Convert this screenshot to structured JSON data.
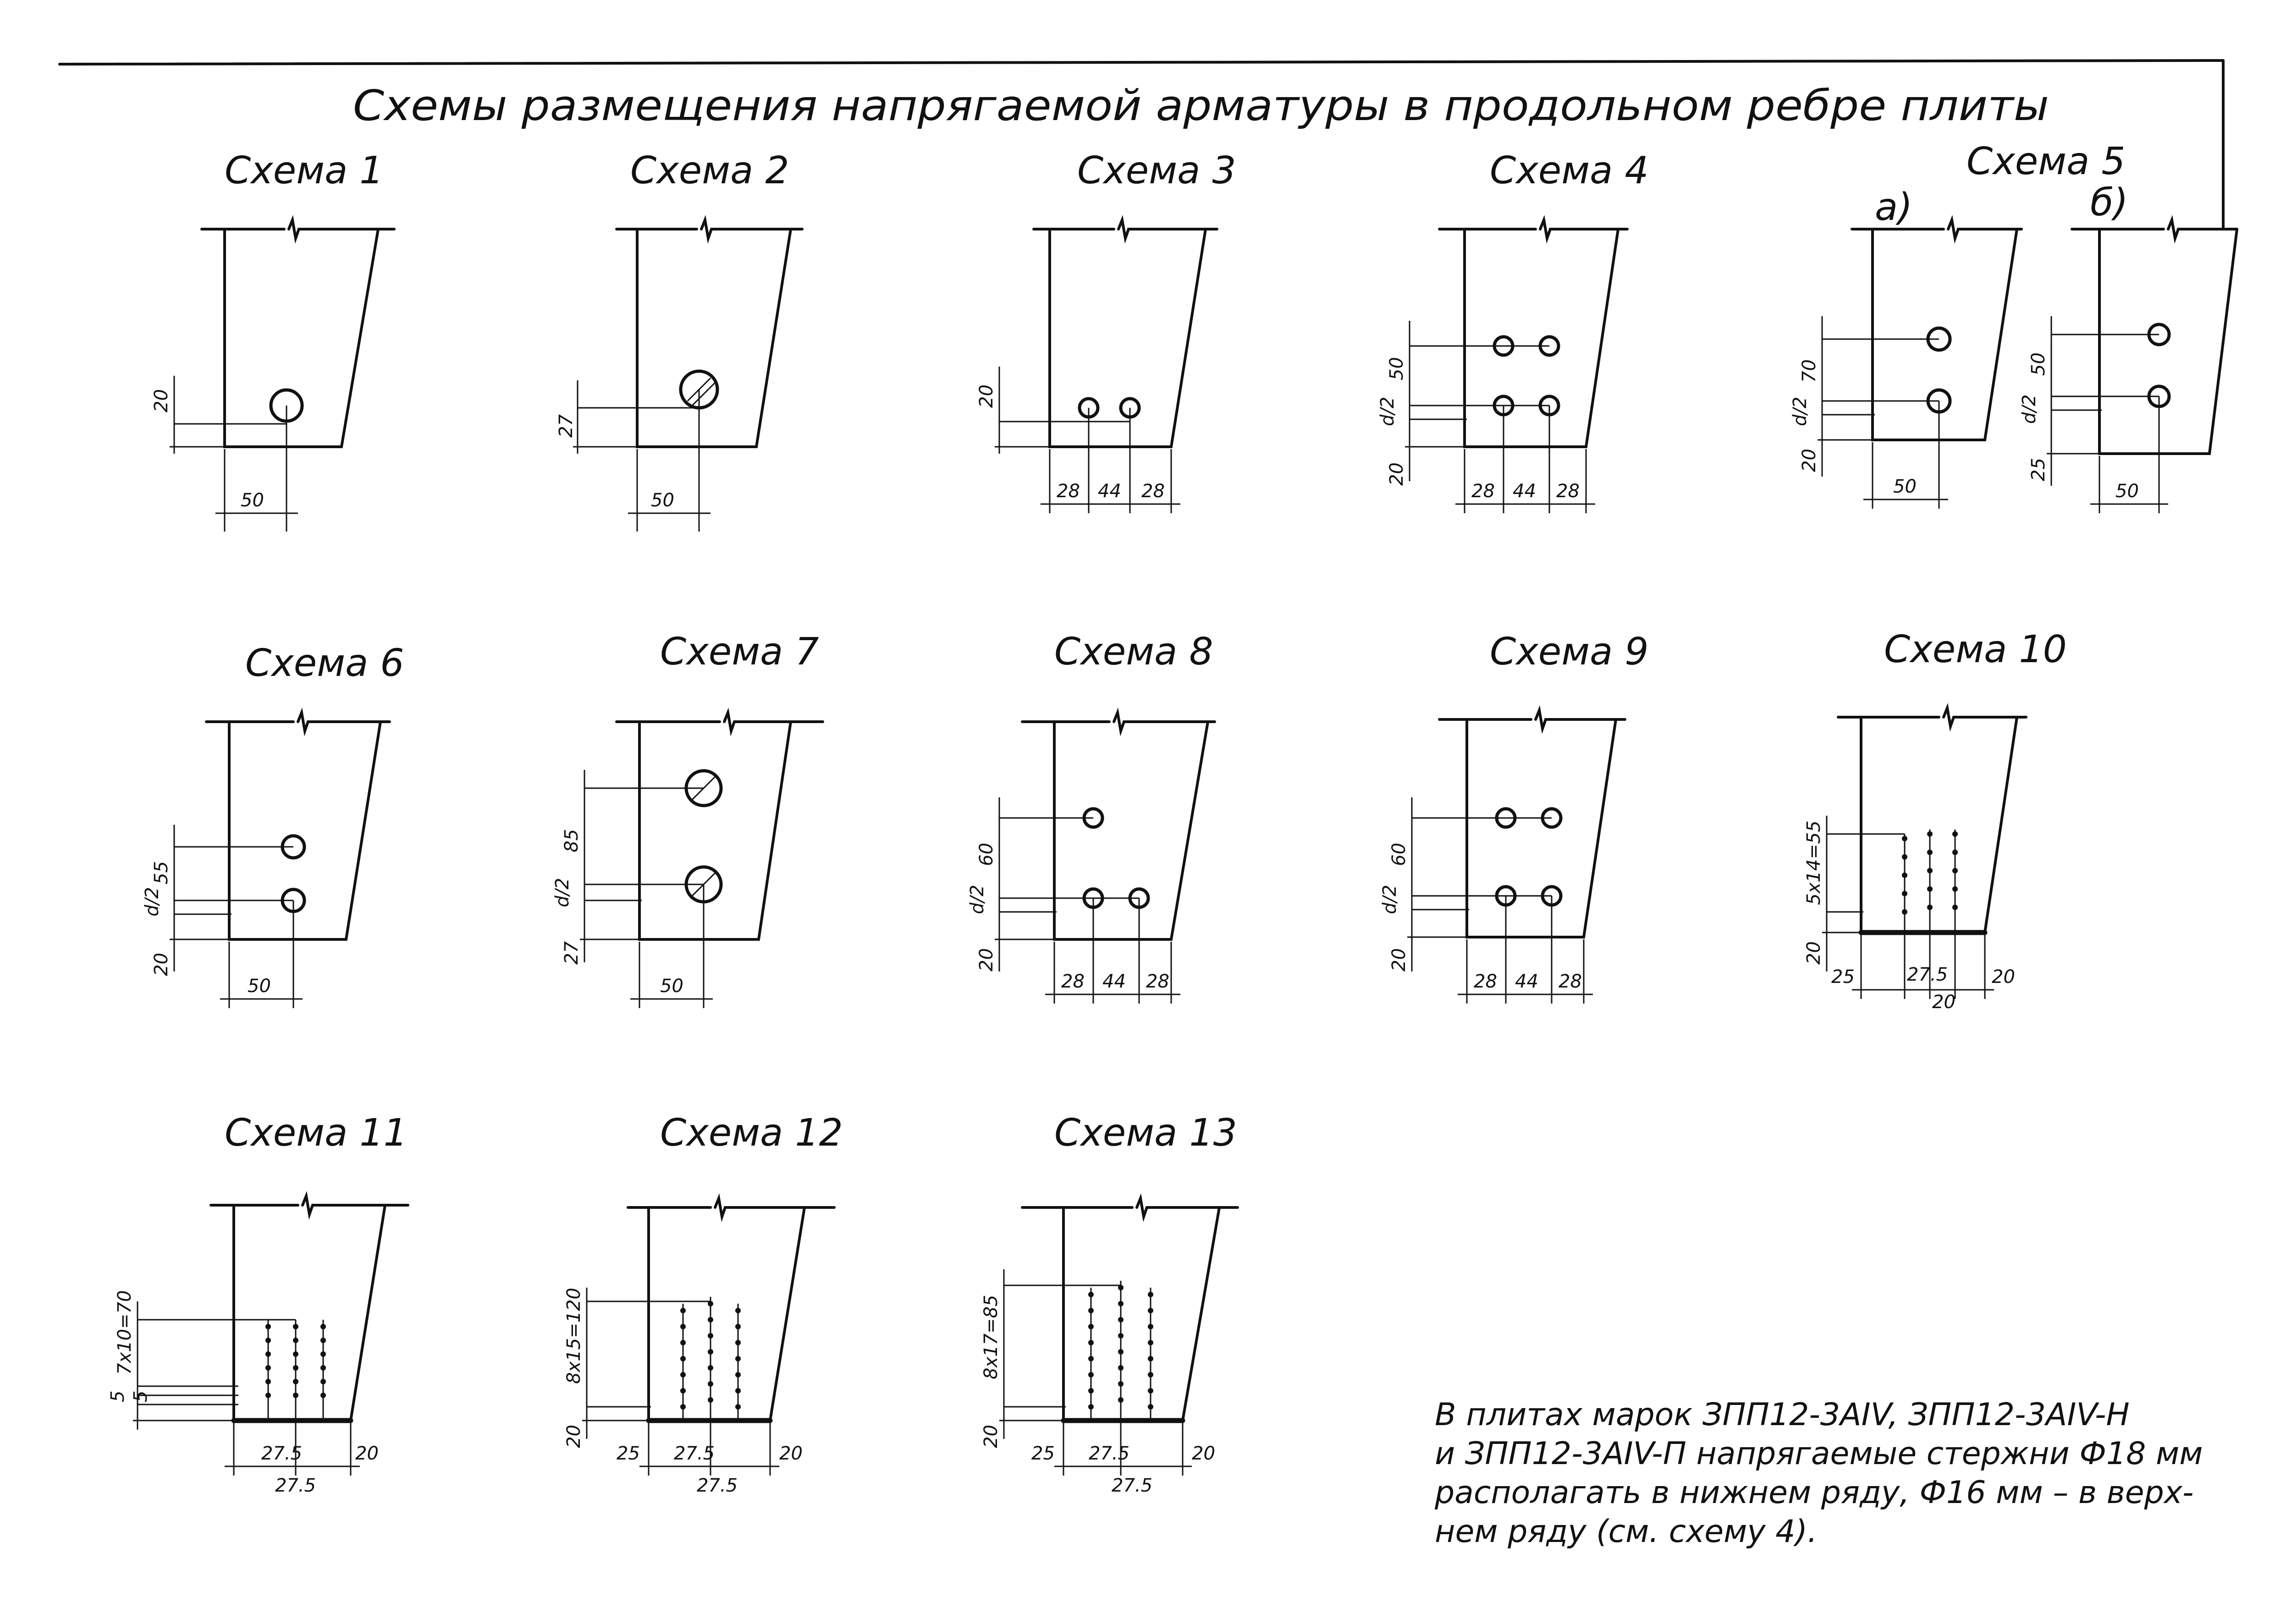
{
  "title": "Схемы размещения напрягаемой арматуры в продольном ребре плиты",
  "schemes": [
    {
      "label": "Схема 1",
      "dims": [
        "20",
        "50"
      ]
    },
    {
      "label": "Схема 2",
      "dims": [
        "27",
        "50"
      ]
    },
    {
      "label": "Схема 3",
      "dims": [
        "20",
        "28",
        "44",
        "28"
      ]
    },
    {
      "label": "Схема 4",
      "dims": [
        "50",
        "d/2",
        "20",
        "28",
        "44",
        "28"
      ]
    },
    {
      "label": "Схема 5",
      "variant_a": "а)",
      "variant_b": "б)",
      "dims_a": [
        "70",
        "d/2",
        "20",
        "50"
      ],
      "dims_b": [
        "50",
        "d/2",
        "25",
        "50"
      ]
    },
    {
      "label": "Схема 6",
      "dims": [
        "55",
        "d/2",
        "20",
        "50"
      ]
    },
    {
      "label": "Схема 7",
      "dims": [
        "85",
        "d/2",
        "27",
        "50"
      ]
    },
    {
      "label": "Схема 8",
      "dims": [
        "60",
        "d/2",
        "20",
        "28",
        "44",
        "28"
      ]
    },
    {
      "label": "Схема 9",
      "dims": [
        "60",
        "d/2",
        "20",
        "28",
        "44",
        "28"
      ]
    },
    {
      "label": "Схема 10",
      "dims": [
        "5x14=55",
        "20",
        "25",
        "27.5",
        "20",
        "20"
      ]
    },
    {
      "label": "Схема 11",
      "dims": [
        "7x10=70",
        "5",
        "5",
        "27.5",
        "20",
        "27.5"
      ]
    },
    {
      "label": "Схема 12",
      "dims": [
        "8x15=120",
        "20",
        "25",
        "27.5",
        "20",
        "27.5"
      ]
    },
    {
      "label": "Схема 13",
      "dims": [
        "8x17=85",
        "20",
        "25",
        "27.5",
        "20",
        "27.5"
      ]
    }
  ],
  "note": [
    "В плитах марок ЗПП12-3АIV, ЗПП12-3АIV-Н",
    "и ЗПП12-3АIV-П напрягаемые стержни Ф18 мм",
    "располагать в нижнем ряду, Ф16 мм – в верх-",
    "нем ряду (см. схему 4)."
  ]
}
